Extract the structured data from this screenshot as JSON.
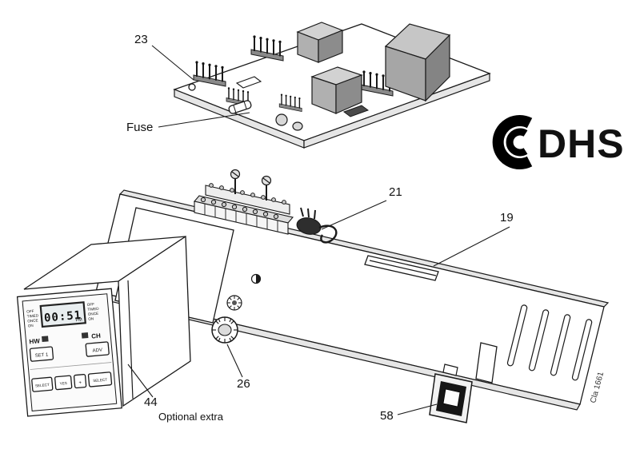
{
  "labels": {
    "part23": "23",
    "fuse": "Fuse",
    "part21": "21",
    "part19": "19",
    "part26": "26",
    "part44": "44",
    "part44_note": "Optional extra",
    "part58": "58",
    "panel_code": "Cla 1661"
  },
  "logo": {
    "text": "DHS"
  },
  "timer": {
    "display_time": "00:51",
    "display_ampm": "PM",
    "legend_left": [
      "OFF",
      "TIMED",
      "ONCE",
      "ON"
    ],
    "legend_right": [
      "OFF",
      "TIMED",
      "ONCE",
      "ON"
    ],
    "indicators": {
      "hw": "HW",
      "ch": "CH"
    },
    "buttons": {
      "set": "SET 1",
      "adv": "ADV",
      "select_left": "SELECT",
      "yes": "YES",
      "plus": "+",
      "select_right": "SELECT"
    }
  },
  "colors": {
    "line": "#1a1a1a",
    "box_light": "#d2d2d2",
    "box_mid": "#b0b0b0",
    "box_dark": "#8c8c8c",
    "lcd": "#e9eef0",
    "switch_body": "#161616"
  }
}
